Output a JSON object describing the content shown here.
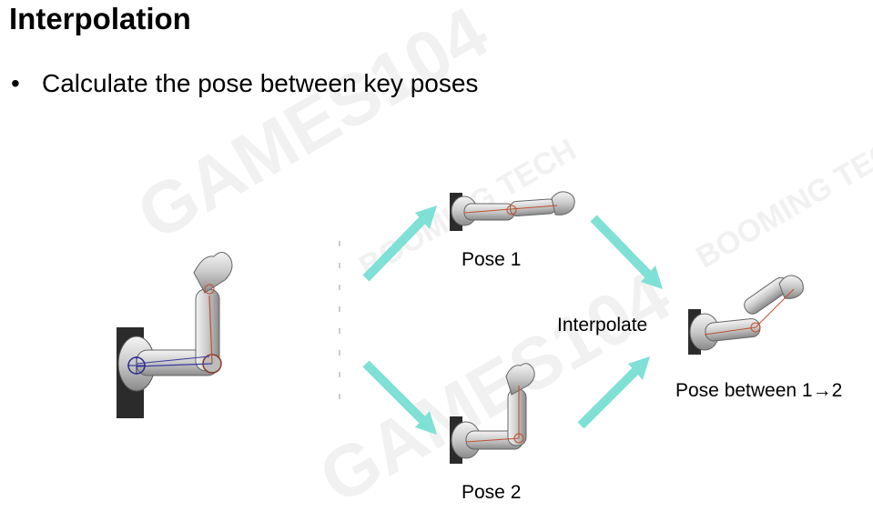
{
  "slide": {
    "title": "Interpolation",
    "bullets": [
      {
        "marker": "•",
        "text": "Calculate the pose between key poses"
      }
    ]
  },
  "diagram": {
    "labels": {
      "pose1": "Pose 1",
      "pose2": "Pose 2",
      "interpolate": "Interpolate",
      "result": "Pose between 1→2"
    },
    "arrow_color": "#7fe0d6",
    "watermarks": [
      "GAMES104",
      "BOOMING TECH"
    ]
  }
}
